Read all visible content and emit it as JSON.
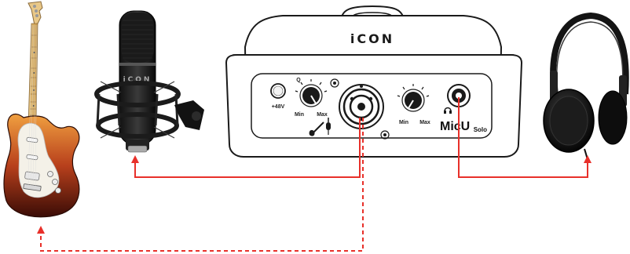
{
  "devices": {
    "guitar": {
      "icon": "electric-guitar-icon"
    },
    "microphone": {
      "icon": "studio-microphone-icon",
      "brand": "iCON"
    },
    "interface": {
      "icon": "audio-interface-icon",
      "brand": "iCON",
      "phantom_label": "+48V",
      "gain_knob": {
        "label": "Q",
        "min_label": "Min",
        "max_label": "Max"
      },
      "monitor_knob": {
        "min_label": "Min",
        "max_label": "Max"
      },
      "model_name": "MicU",
      "model_suffix": "Solo"
    },
    "headphones": {
      "icon": "headphones-icon"
    }
  },
  "connections": [
    {
      "from": "interface-combo-input",
      "to": "microphone",
      "style": "solid",
      "color": "#e8302a"
    },
    {
      "from": "interface-combo-input",
      "to": "guitar",
      "style": "dashed",
      "color": "#e8302a"
    },
    {
      "from": "interface-headphone-jack",
      "to": "headphones",
      "style": "solid",
      "color": "#e8302a"
    }
  ]
}
